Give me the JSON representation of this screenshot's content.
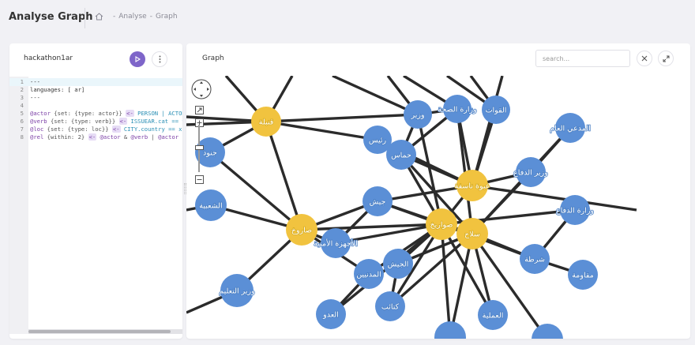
{
  "header": {
    "title": "Analyse Graph",
    "breadcrumb": [
      "Analyse",
      "Graph"
    ]
  },
  "editor": {
    "query_name": "hackathon1ar",
    "lines": [
      {
        "n": "1",
        "tokens": [
          [
            "plain",
            "---"
          ]
        ]
      },
      {
        "n": "2",
        "tokens": [
          [
            "plain",
            "languages: [ ar]"
          ]
        ]
      },
      {
        "n": "3",
        "tokens": [
          [
            "plain",
            "---"
          ]
        ]
      },
      {
        "n": "4",
        "tokens": []
      },
      {
        "n": "5",
        "tokens": [
          [
            "var",
            "@actor"
          ],
          [
            "kw",
            " {set: {type: actor}} "
          ],
          [
            "op",
            "<-"
          ],
          [
            "val",
            " PERSON | ACTOR"
          ]
        ]
      },
      {
        "n": "6",
        "tokens": [
          [
            "var",
            "@verb"
          ],
          [
            "kw",
            " {set: {type: verb}} "
          ],
          [
            "op",
            "<-"
          ],
          [
            "val",
            " ISSUEAR.cat == verb"
          ]
        ]
      },
      {
        "n": "7",
        "tokens": [
          [
            "var",
            "@loc"
          ],
          [
            "kw",
            " {set: {type: loc}} "
          ],
          [
            "op",
            "<-"
          ],
          [
            "val",
            " CITY.country == x"
          ]
        ]
      },
      {
        "n": "8",
        "tokens": [
          [
            "var",
            "@rel"
          ],
          [
            "kw",
            " {within: 2} "
          ],
          [
            "op",
            "<-"
          ],
          [
            "var",
            " @actor"
          ],
          [
            "kw",
            " & "
          ],
          [
            "var",
            "@verb"
          ],
          [
            "kw",
            " | "
          ],
          [
            "var",
            "@actor"
          ]
        ]
      }
    ]
  },
  "graph": {
    "title": "Graph",
    "search_placeholder": "search...",
    "nodes": [
      {
        "id": "qunbula",
        "label": "قنبلة",
        "color": "yellow"
      },
      {
        "id": "sawarikh",
        "label": "صاروخ",
        "color": "yellow"
      },
      {
        "id": "abwa",
        "label": "عبوة ناسفة",
        "color": "yellow"
      },
      {
        "id": "sawarikh2",
        "label": "صواريخ",
        "color": "yellow"
      },
      {
        "id": "silah",
        "label": "سلاح",
        "color": "yellow"
      },
      {
        "id": "wazir",
        "label": "وزير",
        "color": "blue"
      },
      {
        "id": "sihha",
        "label": "وزارة الصحة",
        "color": "blue"
      },
      {
        "id": "quwwat",
        "label": "القوات",
        "color": "blue"
      },
      {
        "id": "mudda",
        "label": "المدعي العام",
        "color": "blue"
      },
      {
        "id": "junud",
        "label": "جنود",
        "color": "blue"
      },
      {
        "id": "rais",
        "label": "رئيس",
        "color": "blue"
      },
      {
        "id": "hamas",
        "label": "حماس",
        "color": "blue"
      },
      {
        "id": "wazirdifa",
        "label": "وزير الدفاع",
        "color": "blue"
      },
      {
        "id": "shaabiya",
        "label": "الشعبية",
        "color": "blue"
      },
      {
        "id": "jaysh",
        "label": "جيش",
        "color": "blue"
      },
      {
        "id": "wizaradifa",
        "label": "وزارة الدفاع",
        "color": "blue"
      },
      {
        "id": "ajhiza",
        "label": "الأجهزة الأمنية",
        "color": "blue"
      },
      {
        "id": "aljaysh",
        "label": "الجيش",
        "color": "blue"
      },
      {
        "id": "madaniyin",
        "label": "المدنيين",
        "color": "blue"
      },
      {
        "id": "shurta",
        "label": "شرطة",
        "color": "blue"
      },
      {
        "id": "muqawama",
        "label": "مقاومة",
        "color": "blue"
      },
      {
        "id": "wazirtalim",
        "label": "وزير التعليم",
        "color": "blue"
      },
      {
        "id": "katayib",
        "label": "كتائب",
        "color": "blue"
      },
      {
        "id": "aduw",
        "label": "العدو",
        "color": "blue"
      },
      {
        "id": "amaliya",
        "label": "العملية",
        "color": "blue"
      },
      {
        "id": "partial1",
        "label": "",
        "color": "blue"
      },
      {
        "id": "partial2",
        "label": "",
        "color": "blue"
      }
    ]
  },
  "colors": {
    "blue_node": "#5b8fd6",
    "yellow_node": "#f1c33f",
    "edge": "#2b2b2b",
    "accent": "#7e65c9"
  }
}
